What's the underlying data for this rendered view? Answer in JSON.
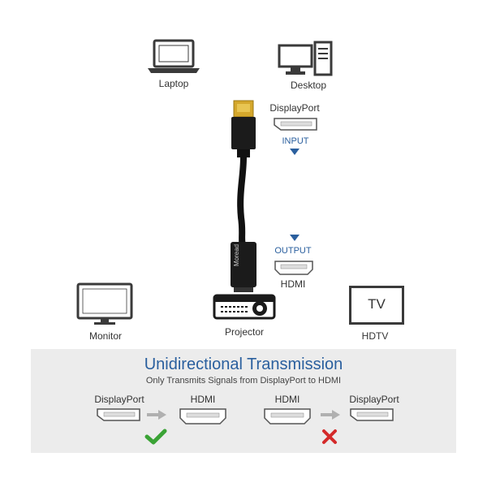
{
  "devices": {
    "laptop": "Laptop",
    "desktop": "Desktop",
    "monitor": "Monitor",
    "projector": "Projector",
    "hdtv": "HDTV",
    "tv_screen_text": "TV"
  },
  "adapter": {
    "input_port": "DisplayPort",
    "input_label": "INPUT",
    "output_label": "OUTPUT",
    "output_port": "HDMI",
    "brand": "Moread"
  },
  "transmission": {
    "title": "Unidirectional Transmission",
    "subtitle": "Only Transmits Signals from DisplayPort to HDMI",
    "left_from": "DisplayPort",
    "left_to": "HDMI",
    "right_from": "HDMI",
    "right_to": "DisplayPort"
  },
  "colors": {
    "accent": "#2a5f9e",
    "check": "#3aa335",
    "cross": "#d42a2a",
    "band": "#ececec"
  }
}
